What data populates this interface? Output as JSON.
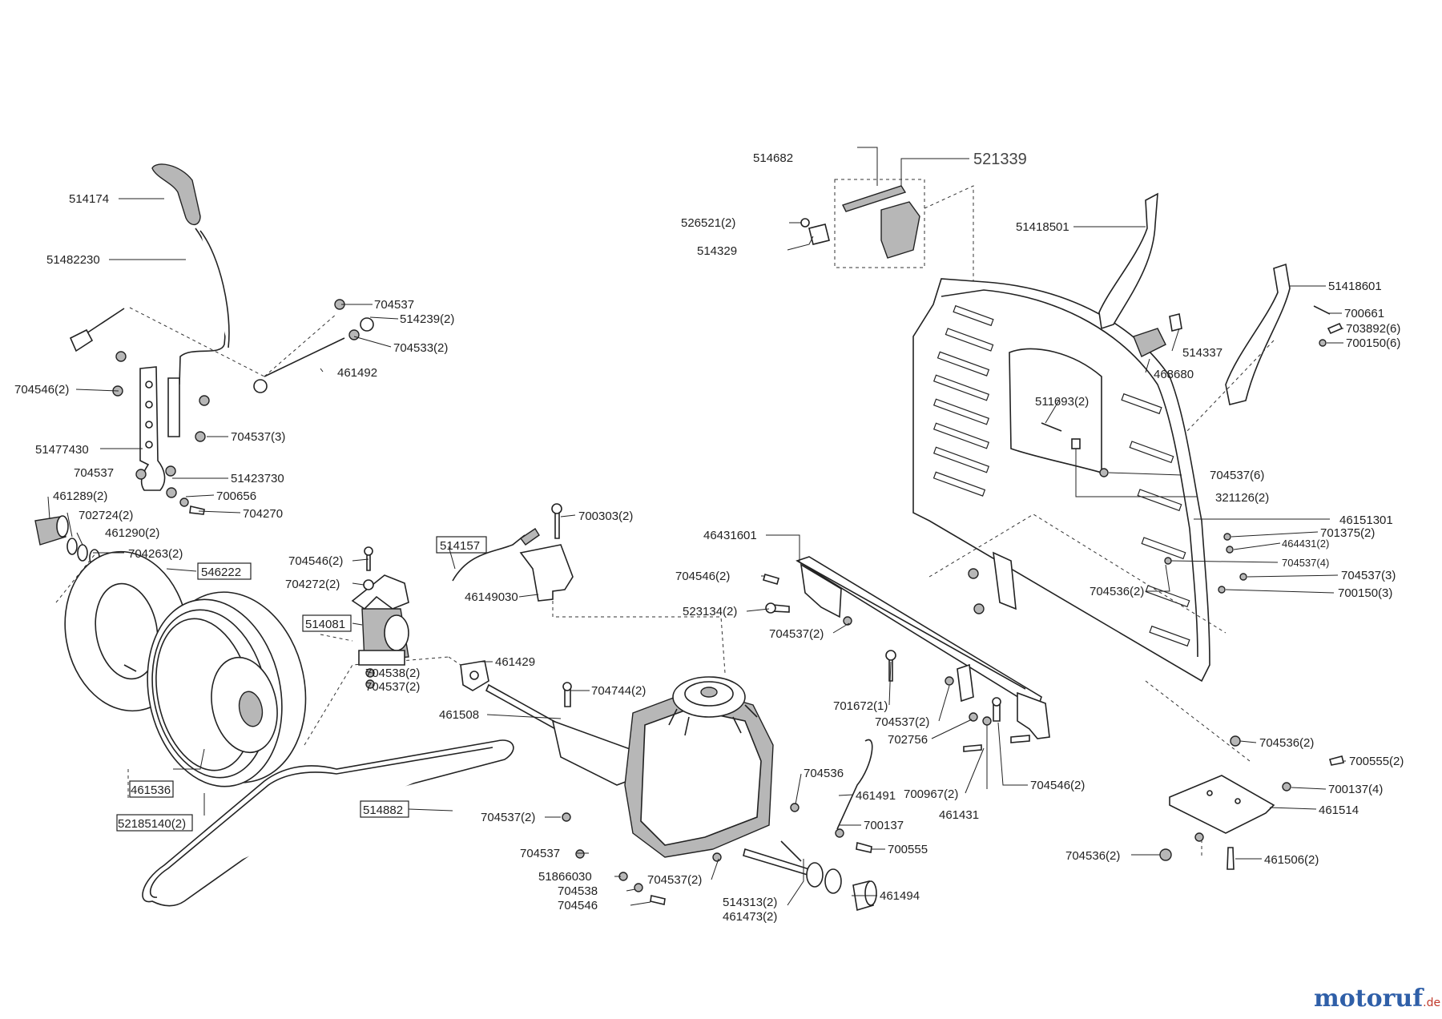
{
  "labels": {
    "l514174": "514174",
    "l51482230": "51482230",
    "l704537a": "704537",
    "l514239": "514239(2)",
    "l704533": "704533(2)",
    "l461492": "461492",
    "l704546a": "704546(2)",
    "l704537b": "704537(3)",
    "l51477430": "51477430",
    "l704537c": "704537",
    "l51423730": "51423730",
    "l700656": "700656",
    "l704270": "704270",
    "l461289": "461289(2)",
    "l702724": "702724(2)",
    "l461290": "461290(2)",
    "l704263": "704263(2)",
    "l546222": "546222",
    "l514157": "514157",
    "l700303": "700303(2)",
    "l46149030": "46149030",
    "l704546b": "704546(2)",
    "l704272": "704272(2)",
    "l514081": "514081",
    "l704538a": "704538(2)",
    "l704537d": "704537(2)",
    "l461429": "461429",
    "l461508": "461508",
    "l704744": "704744(2)",
    "l461536": "461536",
    "l52185140": "52185140(2)",
    "l514882": "514882",
    "l704537e": "704537(2)",
    "l704537f": "704537",
    "l51866030": "51866030",
    "l704538b": "704538",
    "l704546c": "704546",
    "l704537g": "704537(2)",
    "l514313": "514313(2)",
    "l461473": "461473(2)",
    "l461494": "461494",
    "l704536a": "704536",
    "l461491": "461491",
    "l700137a": "700137",
    "l700555a": "700555",
    "l514682": "514682",
    "l521339": "521339",
    "l526521": "526521(2)",
    "l514329": "514329",
    "l51418501": "51418501",
    "l51418601": "51418601",
    "l700661": "700661",
    "l703892": "703892(6)",
    "l700150a": "700150(6)",
    "l514337": "514337",
    "l468680": "468680",
    "l511693": "511693(2)",
    "l704537h": "704537(6)",
    "l321126": "321126(2)",
    "l46151301": "46151301",
    "l701375": "701375(2)",
    "l464431": "464431(2)",
    "l704537i": "704537(4)",
    "l704537j": "704537(3)",
    "l704536b": "704536(2)",
    "l700150b": "700150(3)",
    "l46431601": "46431601",
    "l704546d": "704546(2)",
    "l523134": "523134(2)",
    "l704537k": "704537(2)",
    "l701672": "701672(1)",
    "l704537l": "704537(2)",
    "l702756": "702756",
    "l700967": "700967(2)",
    "l461431": "461431",
    "l704546e": "704546(2)",
    "l704536c": "704536(2)",
    "l700555b": "700555(2)",
    "l700137b": "700137(4)",
    "l461514": "461514",
    "l704536d": "704536(2)",
    "l461506": "461506(2)"
  },
  "watermark": {
    "part1": "motoruf",
    "part2": ".de",
    "color1": "#2f5fa8",
    "color2": "#c0392b"
  }
}
